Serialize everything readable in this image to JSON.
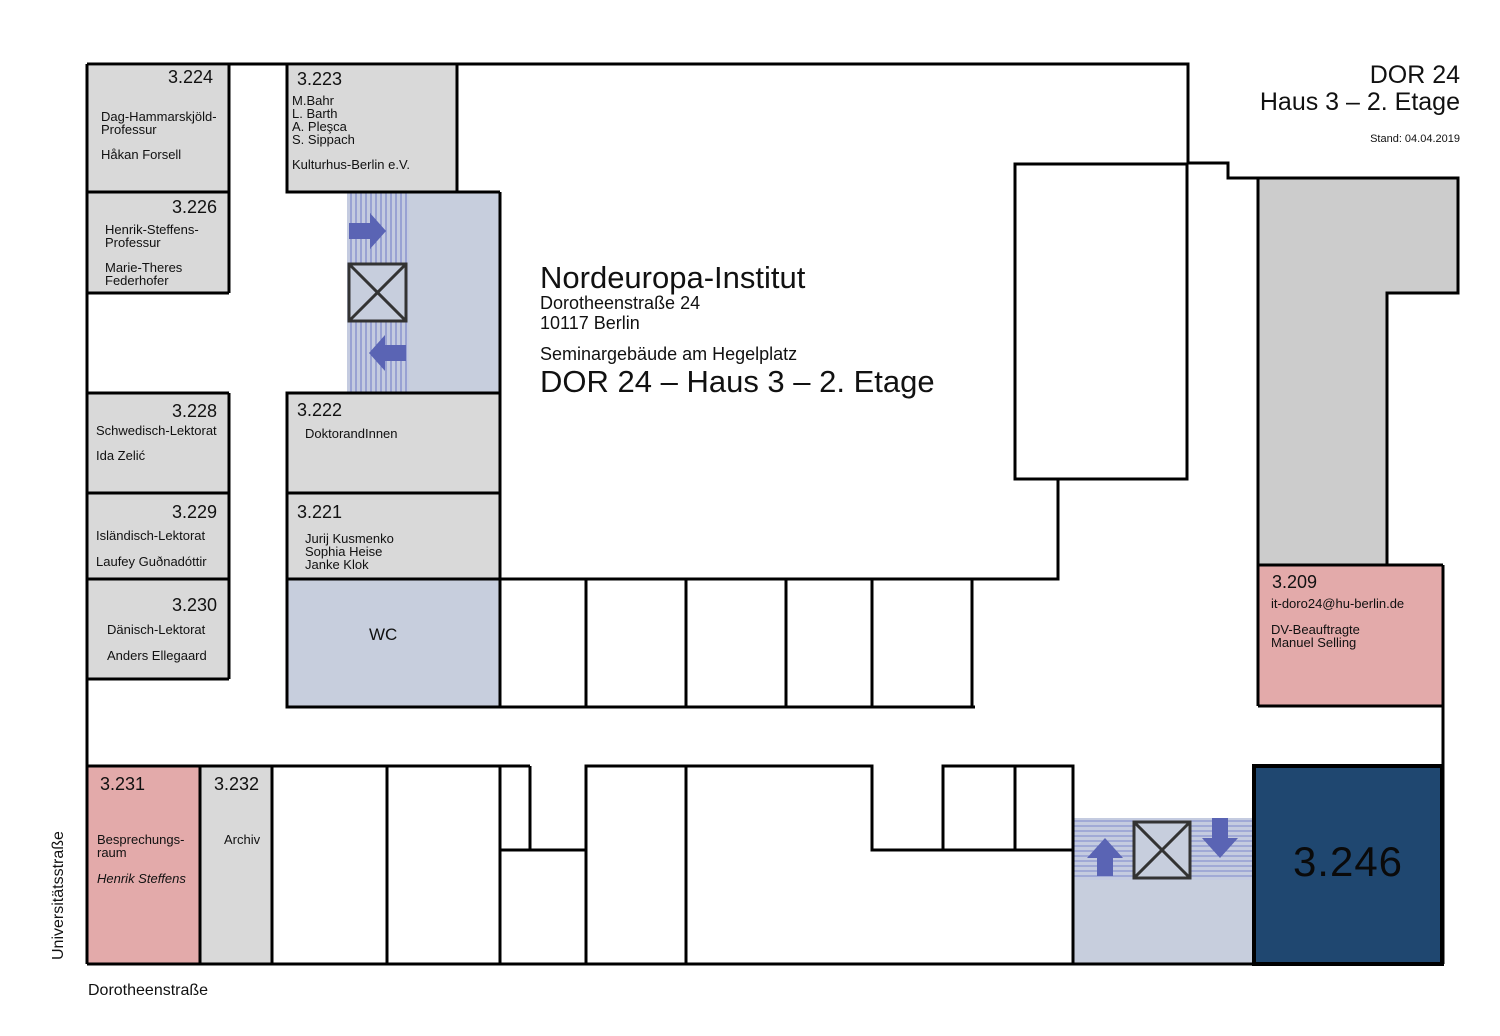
{
  "header": {
    "line1": "DOR 24",
    "line2": "Haus 3 – 2. Etage",
    "stand": "Stand: 04.04.2019"
  },
  "center": {
    "institute": "Nordeuropa-Institut",
    "street": "Dorotheenstraße 24",
    "city": "10117 Berlin",
    "building": "Seminargebäude am Hegelplatz",
    "floor": "DOR 24 – Haus 3 – 2. Etage"
  },
  "streets": {
    "bottom": "Dorotheenstraße",
    "left": "Universitätsstraße"
  },
  "rooms": {
    "r224": {
      "number": "3.224",
      "l1": "Dag-Hammarskjöld-",
      "l2": "Professur",
      "l3": "Håkan Forsell"
    },
    "r223": {
      "number": "3.223",
      "l1": "M.Bahr",
      "l2": "L. Barth",
      "l3": "A. Pleşca",
      "l4": "S. Sippach",
      "l5": "Kulturhus-Berlin e.V."
    },
    "r226": {
      "number": "3.226",
      "l1": "Henrik-Steffens-",
      "l2": "Professur",
      "l3": "Marie-Theres",
      "l4": "Federhofer"
    },
    "r228": {
      "number": "3.228",
      "l1": "Schwedisch-Lektorat",
      "l2": "Ida Zelić"
    },
    "r229": {
      "number": "3.229",
      "l1": "Isländisch-Lektorat",
      "l2": "Laufey Guðnadóttir"
    },
    "r230": {
      "number": "3.230",
      "l1": "Dänisch-Lektorat",
      "l2": "Anders Ellegaard"
    },
    "r222": {
      "number": "3.222",
      "l1": "DoktorandInnen"
    },
    "r221": {
      "number": "3.221",
      "l1": "Jurij Kusmenko",
      "l2": "Sophia Heise",
      "l3": "Janke Klok"
    },
    "wc": {
      "label": "WC"
    },
    "r209": {
      "number": "3.209",
      "l1": "it-doro24@hu-berlin.de",
      "l2": "DV-Beauftragte",
      "l3": "Manuel Selling"
    },
    "r231": {
      "number": "3.231",
      "l1": "Besprechungs-",
      "l2": "raum",
      "l3": "Henrik Steffens"
    },
    "r232": {
      "number": "3.232",
      "l1": "Archiv"
    },
    "r246": {
      "number": "3.246"
    }
  },
  "colors": {
    "office_gray": "#d9d9d9",
    "service_blue": "#c7cedd",
    "meeting_pink": "#e3aaaa",
    "highlight_navy": "#1f4770",
    "arrow_blue": "#5a64b4",
    "wall": "#000000"
  }
}
